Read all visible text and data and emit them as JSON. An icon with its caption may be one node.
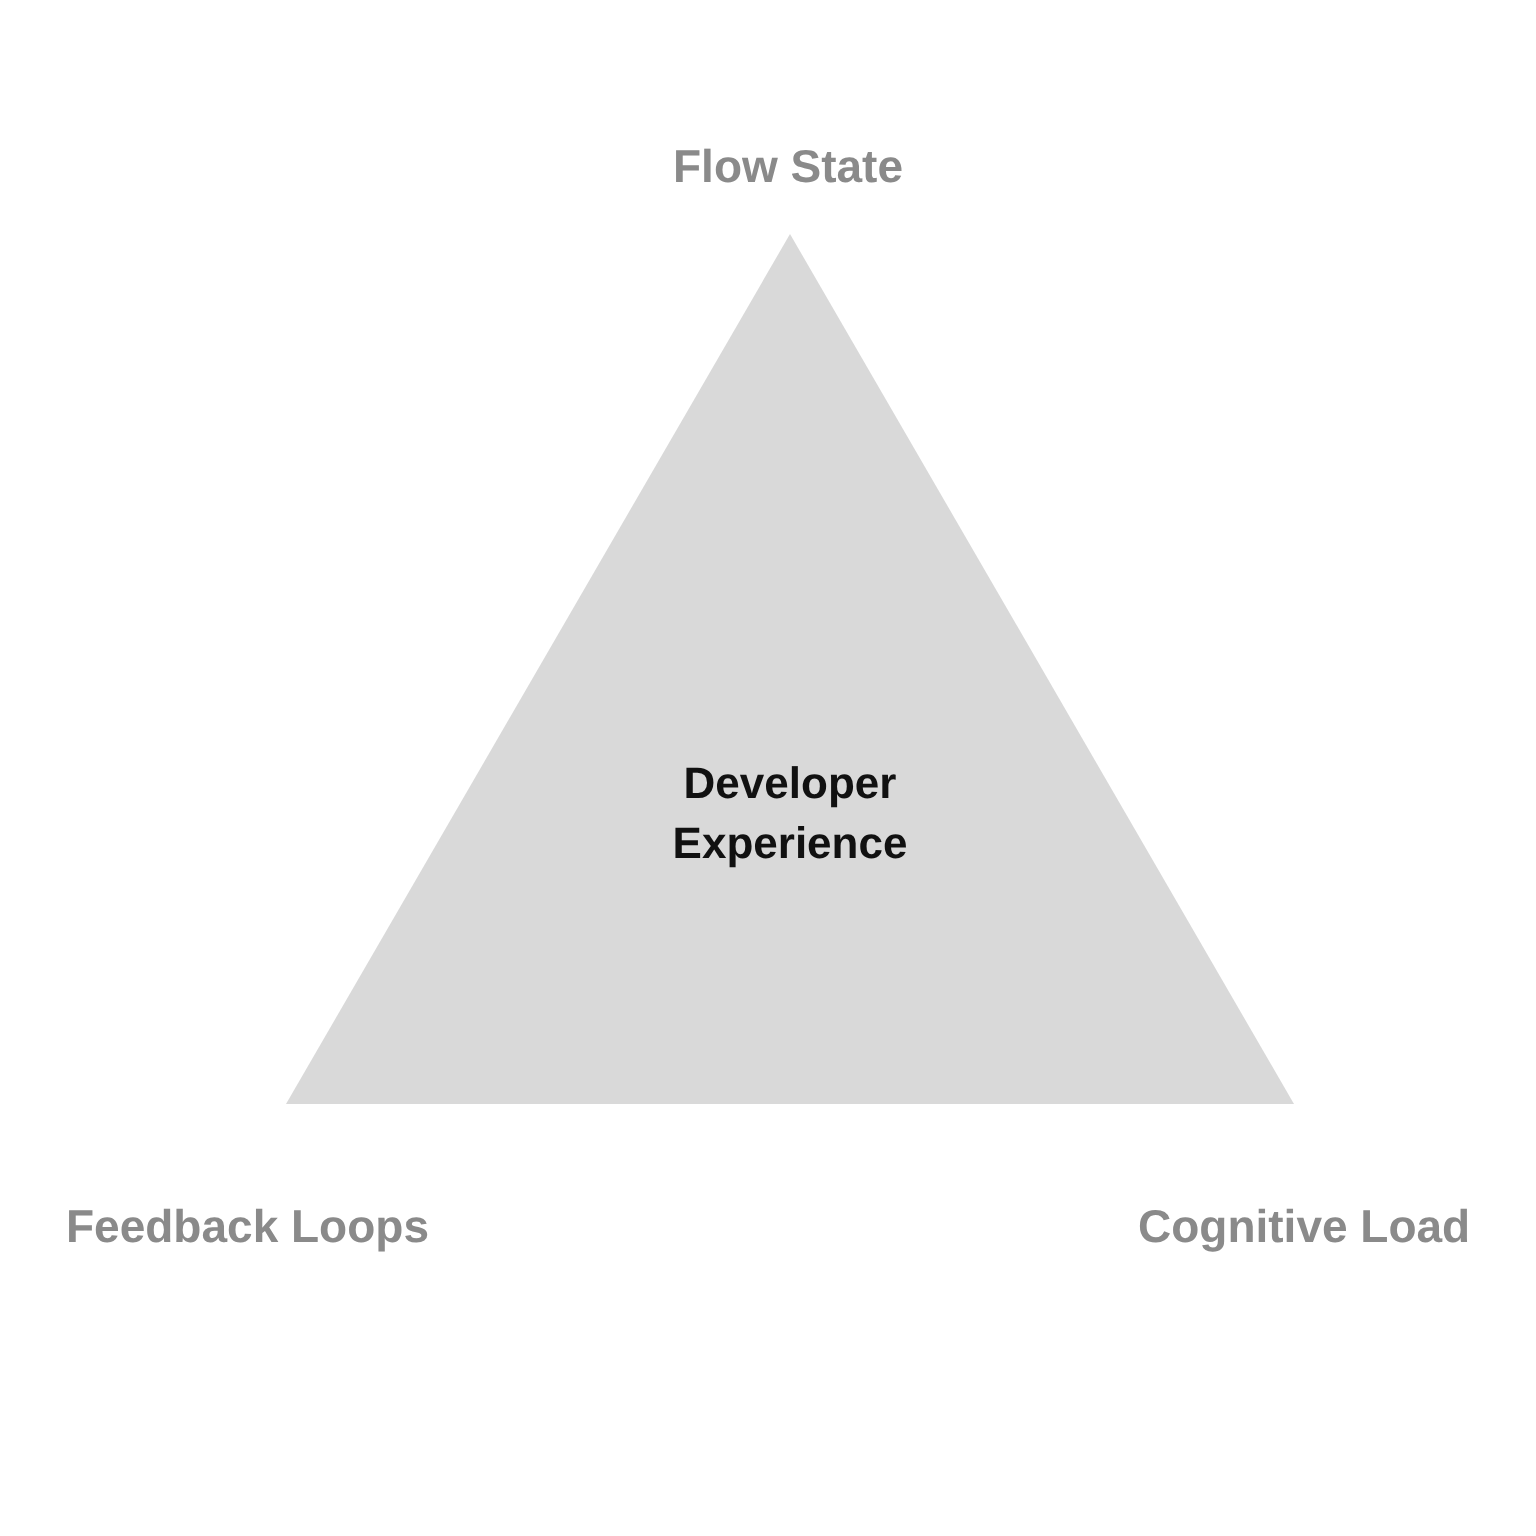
{
  "diagram": {
    "nodes": [
      {
        "text": [
          "Developer Experience"
        ]
      }
    ],
    "labels": [
      "Flow State",
      "Feedback Loops",
      "Cognitive Load"
    ]
  }
}
